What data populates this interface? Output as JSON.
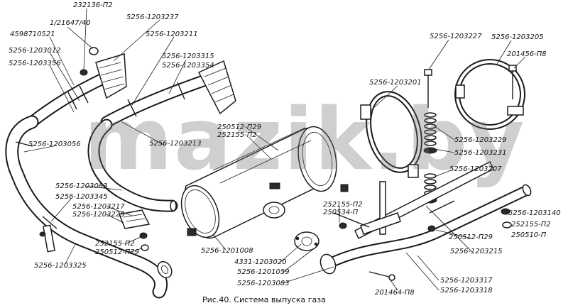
{
  "caption": "Рис.40. Система выпуска газа",
  "watermark": "mazik.by",
  "labels": [
    "232136-П2",
    "1/21647/40",
    "4598710521",
    "5256-1203012",
    "5256-1203356",
    "5256-1203237",
    "5256-1203211",
    "5256-1203315",
    "5256-1203354",
    "5256-1203227",
    "5256-1203205",
    "201456-П8",
    "5256-1203201",
    "250512-П29",
    "252155-П2",
    "5256-1203213",
    "5256-1203056",
    "5256-1203229",
    "5256-1203231",
    "5256-1203207",
    "5256-1203083",
    "5256-1203345",
    "5256-1203217",
    "5256-1203225",
    "252155-П2",
    "250534-П",
    "5256-1203140",
    "252155-П2",
    "250510-П",
    "252155-П2",
    "250512-П29",
    "250512-П29",
    "5256-1201008",
    "5256-1203215",
    "5256-1203325",
    "4331-1203020",
    "5256-1201059",
    "5256-1203083",
    "5256-1203317",
    "5256-1203318",
    "201464-П8"
  ]
}
